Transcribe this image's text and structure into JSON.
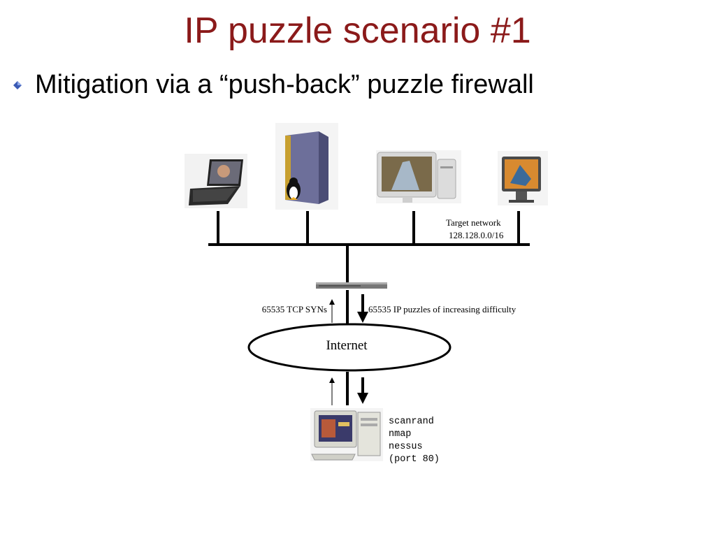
{
  "slide": {
    "title": "IP puzzle scenario #1",
    "bullet": "Mitigation via a “push-back” puzzle firewall"
  },
  "diagram": {
    "network_label_line1": "Target network",
    "network_label_line2": "128.128.0.0/16",
    "syn_label": "65535 TCP SYNs",
    "puzzle_label": "65535 IP puzzles of increasing difficulty",
    "cloud_label": "Internet",
    "tools": [
      "scanrand",
      "nmap",
      "nessus",
      "(port 80)"
    ]
  },
  "colors": {
    "title": "#8b1a1a",
    "bullet": "#3b5bb5"
  }
}
